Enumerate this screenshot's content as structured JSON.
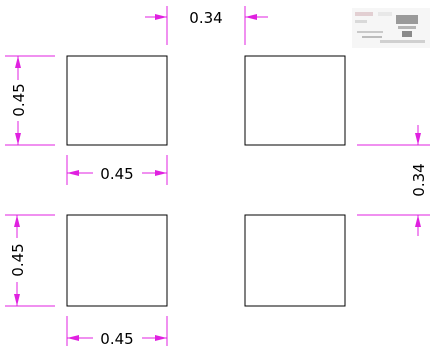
{
  "colors": {
    "pad_outline": "#000000",
    "dimension": "#e020e0",
    "background": "#ffffff"
  },
  "pads": [
    {
      "name": "pad-top-left"
    },
    {
      "name": "pad-top-right"
    },
    {
      "name": "pad-bottom-left"
    },
    {
      "name": "pad-bottom-right"
    }
  ],
  "dimensions": {
    "top_gap": "0.34",
    "top_left_height": "0.45",
    "top_left_width": "0.45",
    "right_gap": "0.34",
    "bottom_left_height": "0.45",
    "bottom_left_width": "0.45"
  },
  "corner_image": {
    "icon": "thumbnail-preview-icon"
  }
}
